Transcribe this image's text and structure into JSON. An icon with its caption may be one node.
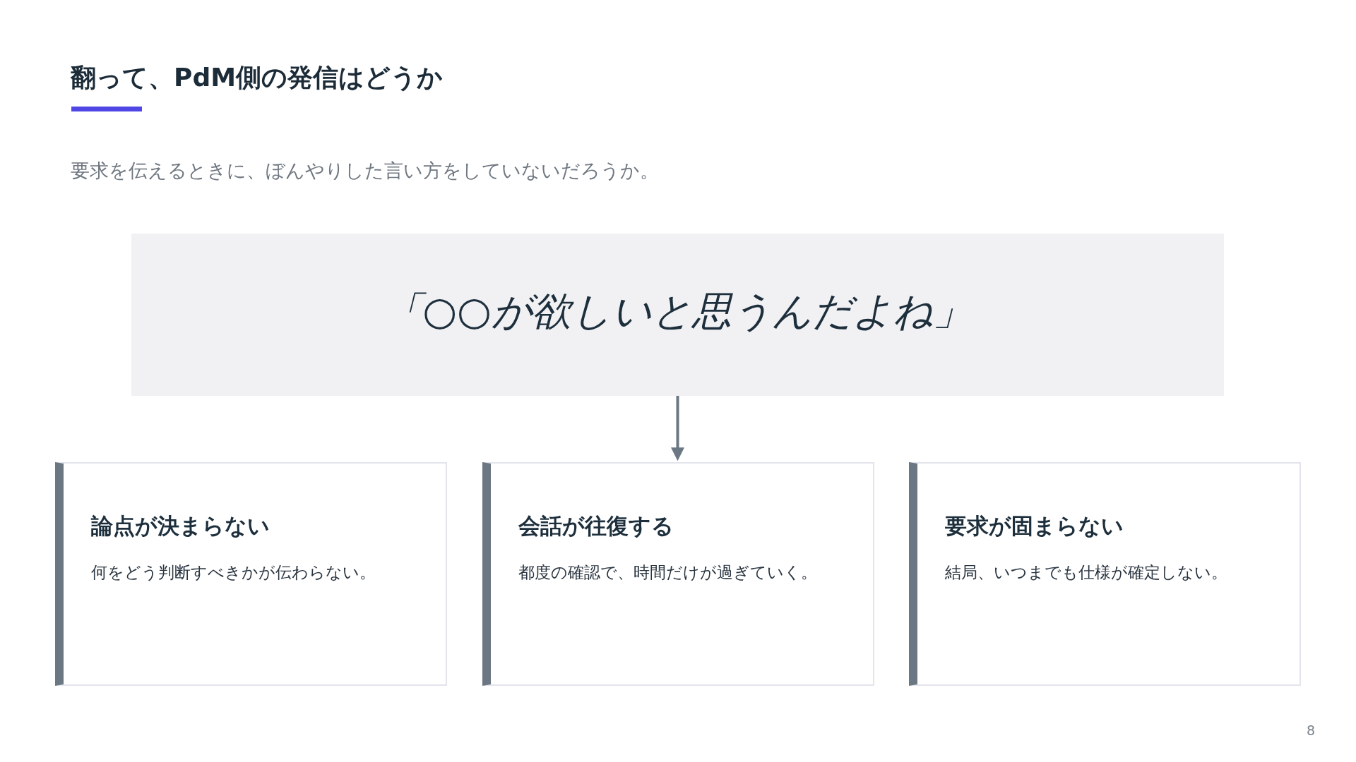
{
  "diagram": {
    "title": "翻って、PdM側の発信はどうか",
    "nodes": [
      {
        "text": [
          "「○○が欲しいと思うんだよね」"
        ]
      },
      {
        "text": [
          "論点が決まらない",
          "何をどう判断すべきかが伝わらない。"
        ]
      },
      {
        "text": [
          "会話が往復する",
          "都度の確認で、時間だけが過ぎていく。"
        ]
      },
      {
        "text": [
          "要求が固まらない",
          "結局、いつまでも仕様が確定しない。"
        ]
      }
    ],
    "edges": [
      {
        "from": 0,
        "to": 2,
        "arrow": "to"
      }
    ],
    "labels": [
      "要求を伝えるときに、ぼんやりした言い方をしていないだろうか。",
      "8"
    ]
  }
}
